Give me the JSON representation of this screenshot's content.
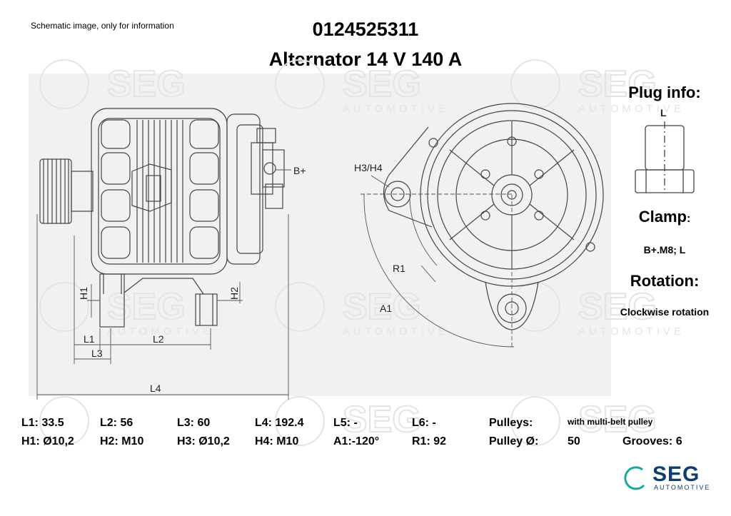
{
  "header": {
    "note": "Schematic image, only for information",
    "part_number": "0124525311",
    "product": "Alternator 14 V 140 A"
  },
  "drawing_labels": {
    "b_plus": "B+",
    "h3h4": "H3/H4",
    "r1": "R1",
    "a1": "A1",
    "h1": "H1",
    "h2": "H2",
    "l1": "L1",
    "l2": "L2",
    "l3": "L3",
    "l4": "L4",
    "plug_l": "L",
    "watermark_word": "SEG",
    "watermark_sub": "AUTOMOTIVE"
  },
  "side_panel": {
    "plug_heading": "Plug info:",
    "clamp_heading": "Clamp",
    "clamp_colon": ":",
    "clamp_value": "B+.M8; L",
    "rotation_heading": "Rotation:",
    "rotation_value": "Clockwise rotation"
  },
  "specs": {
    "row1": [
      "L1: 33.5",
      "L2: 56",
      "L3: 60",
      "L4: 192.4",
      "L5: -",
      "L6: -",
      "Pulleys:",
      "with multi-belt pulley"
    ],
    "row2": [
      "H1: Ø10,2",
      "H2: M10",
      "H3: Ø10,2",
      "H4: M10",
      "A1:-120°",
      "R1: 92",
      "Pulley Ø:",
      "50",
      "Grooves: 6"
    ]
  },
  "logo": {
    "name": "SEG",
    "sub": "AUTOMOTIVE",
    "color": "#0e3e6b",
    "accent": "#1aa9a0"
  }
}
